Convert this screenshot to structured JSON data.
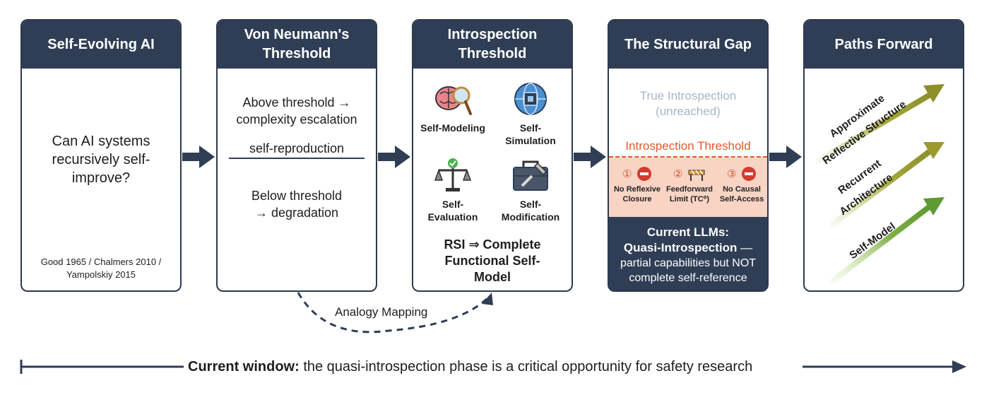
{
  "panels": {
    "p1": {
      "title": "Self-Evolving AI",
      "question": "Can AI systems recursively self-improve?",
      "citation": "Good 1965 / Chalmers 2010 / Yampolskiy 2015"
    },
    "p2": {
      "title": "Von Neumann's Threshold",
      "above": "Above threshold → complexity escalation",
      "threshold": "self-reproduction",
      "below": "Below threshold → degradation"
    },
    "p3": {
      "title": "Introspection Threshold",
      "icons": [
        {
          "label": "Self-Modeling",
          "icon": "brain-magnifier-icon"
        },
        {
          "label": "Self-Simulation",
          "icon": "globe-chip-icon"
        },
        {
          "label": "Self-Evaluation",
          "icon": "scale-check-icon"
        },
        {
          "label": "Self-Modification",
          "icon": "toolbox-icon"
        }
      ],
      "conclusion": "RSI ⇒ Complete Functional Self-Model"
    },
    "p4": {
      "title": "The Structural Gap",
      "true_introspection": "True Introspection (unreached)",
      "threshold_label": "Introspection Threshold",
      "gaps": [
        {
          "num": "①",
          "label": "No Reflexive Closure",
          "icon": "no-entry-icon"
        },
        {
          "num": "②",
          "label": "Feedforward Limit (TC⁰)",
          "icon": "barrier-icon"
        },
        {
          "num": "③",
          "label": "No Causal Self-Access",
          "icon": "no-entry-icon"
        }
      ],
      "llm_heading": "Current LLMs:",
      "llm_bold": "Quasi-Introspection",
      "llm_dash": " —",
      "llm_desc": "partial capabilities but NOT complete self-reference"
    },
    "p5": {
      "title": "Paths Forward",
      "paths": [
        "Approximate Reflective Structure",
        "Recurrent Architecture",
        "Self-Model"
      ]
    }
  },
  "analogy_label": "Analogy Mapping",
  "footer": {
    "bold": "Current window:",
    "rest": " the quasi-introspection phase is a critical opportunity for safety research"
  },
  "colors": {
    "header_bg": "#2f3e55",
    "threshold_red": "#e05a2b",
    "gap_bg": "#f8d4c5",
    "path_gradient_start": "#6fae3c",
    "path_gradient_end": "#b7a33a"
  }
}
